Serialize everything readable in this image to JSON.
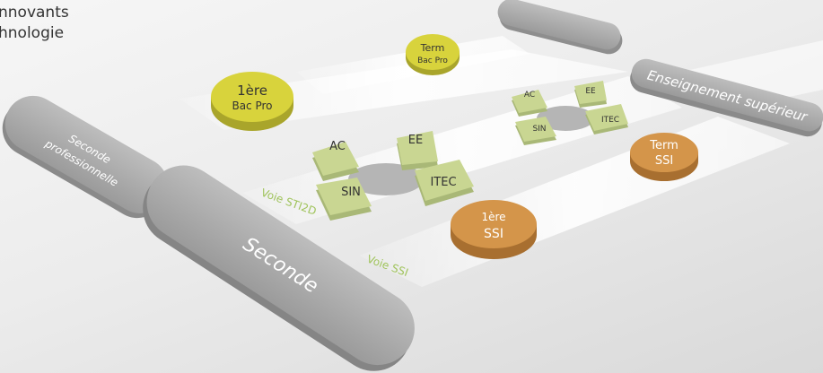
{
  "header": {
    "line1": "nnovants",
    "line2": "hnologie"
  },
  "pathways": {
    "seconde": "Seconde",
    "seconde_pro_line1": "Seconde",
    "seconde_pro_line2": "professionnelle",
    "enseignement_superieur": "Enseignement supérieur",
    "voie_sti2d": "Voie STI2D",
    "voie_ssi": "Voie SSI"
  },
  "bac_pro": {
    "premiere_line1": "1ère",
    "premiere_line2": "Bac Pro",
    "term_line1": "Term",
    "term_line2": "Bac Pro"
  },
  "ssi": {
    "premiere_line1": "1ère",
    "premiere_line2": "SSI",
    "term_line1": "Term",
    "term_line2": "SSI"
  },
  "sti2d_premiere": {
    "ac": "AC",
    "ee": "EE",
    "sin": "SIN",
    "itec": "ITEC"
  },
  "sti2d_terminale": {
    "ac": "AC",
    "ee": "EE",
    "sin": "SIN",
    "itec": "ITEC"
  },
  "colors": {
    "bac_pro": "#d6d13a",
    "ssi": "#d4954a",
    "specialty": "#c9d692",
    "pathway_pill": "#a9a9a9",
    "label_green": "#9fc35a"
  }
}
